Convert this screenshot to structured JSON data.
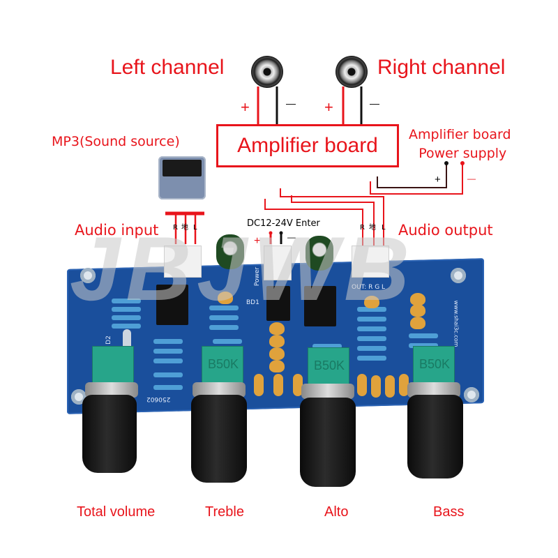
{
  "labels": {
    "left_channel": "Left channel",
    "right_channel": "Right channel",
    "amplifier_board": "Amplifier board",
    "amp_power_line1": "Amplifier board",
    "amp_power_line2": "Power supply",
    "mp3_source": "MP3(Sound source)",
    "audio_input": "Audio input",
    "audio_output": "Audio output",
    "dc_input": "DC12-24V Enter",
    "plus": "+",
    "minus": "—"
  },
  "pins": {
    "input": [
      "R",
      "地",
      "L"
    ],
    "output": [
      "R",
      "地",
      "L"
    ]
  },
  "board": {
    "pot_value": "B50K",
    "silk_power": "Power",
    "silk_out": "OUT: R  G  L",
    "silk_date": "250602",
    "silk_bd": "BD1",
    "silk_d2": "D2",
    "silk_url": "www.shai3c.com",
    "watermark": "JBJWB"
  },
  "knobs": [
    {
      "label": "Total volume"
    },
    {
      "label": "Treble"
    },
    {
      "label": "Alto"
    },
    {
      "label": "Bass"
    }
  ],
  "colors": {
    "accent_red": "#e8141b",
    "pcb_blue": "#1a4f9c",
    "pot_green": "#27a58a",
    "wire_black": "#111111"
  }
}
